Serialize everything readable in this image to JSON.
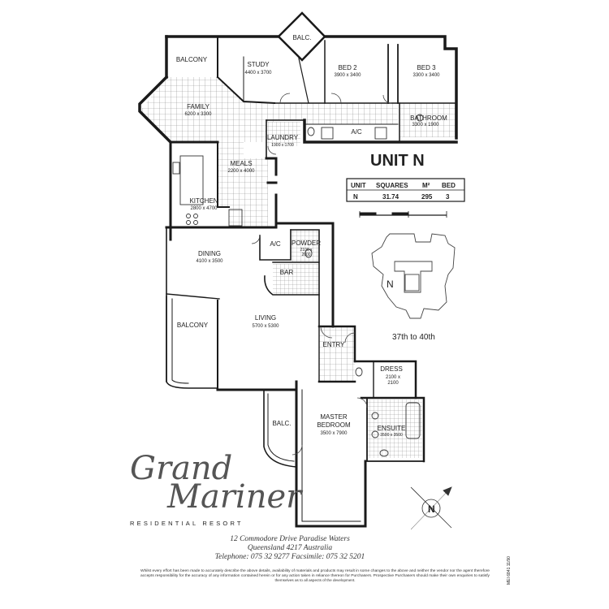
{
  "brand": {
    "name_line1": "Grand",
    "name_line2": "Mariner",
    "tagline": "RESIDENTIAL RESORT"
  },
  "unit_title": "UNIT N",
  "floors": "37th to 40th",
  "compass_letter": "N",
  "keyplan_letter": "N",
  "unit_table": {
    "headers": [
      "UNIT",
      "SQUARES",
      "M²",
      "BED"
    ],
    "row": [
      "N",
      "31.74",
      "295",
      "3"
    ]
  },
  "rooms": {
    "balcony_top": "BALCONY",
    "study": {
      "name": "STUDY",
      "size": "4400 x 3700"
    },
    "balc_top": "BALC.",
    "bed2": {
      "name": "BED 2",
      "size": "3900 x 3400"
    },
    "bed3": {
      "name": "BED 3",
      "size": "3300 x 3400"
    },
    "family": {
      "name": "FAMILY",
      "size": "6200 x 3300"
    },
    "laundry": {
      "name": "LAUNDRY",
      "size": "1900 x 1700"
    },
    "ac1": "A/C",
    "bathroom": {
      "name": "BATHROOM",
      "size": "3300 x 1900"
    },
    "meals": {
      "name": "MEALS",
      "size": "2200 x 4000"
    },
    "kitchen": {
      "name": "KITCHEN",
      "size": "2800 x 4700"
    },
    "dining": {
      "name": "DINING",
      "size": "4100 x 3500"
    },
    "ac2": "A/C",
    "powder": {
      "name": "POWDER",
      "size_l1": "2100 x",
      "size_l2": "2000"
    },
    "bar": "BAR",
    "balcony_left": "BALCONY",
    "living": {
      "name": "LIVING",
      "size": "5700 x 5300"
    },
    "entry": "ENTRY",
    "dress": {
      "name": "DRESS",
      "size_l1": "2100 x",
      "size_l2": "2100"
    },
    "balc_bottom": "BALC.",
    "master": {
      "name_l1": "MASTER",
      "name_l2": "BEDROOM",
      "size": "3500 x 7900"
    },
    "ensuite": {
      "name": "ENSUITE",
      "size": "3500 x 3500"
    }
  },
  "address": {
    "line1": "12 Commodore Drive Paradise Waters",
    "line2": "Queensland 4217 Australia",
    "line3": "Telephone: 075 32 9277  Facsimile: 075 32 5201"
  },
  "disclaimer": {
    "line1": "Whilst every effort has been made to accurately describe the above details, availability of materials and products may result in some changes to the above and neither the vendor nor the agent therefore",
    "line2": "accepts responsibility for the accuracy of any information contained herein or for any action taken in reliance thereon for Purchasers. Prospective Purchasers should make their own enquiries to satisfy",
    "line3": "themselves as to all aspects of the development."
  },
  "ref_code": "MEI 6841 11/90"
}
